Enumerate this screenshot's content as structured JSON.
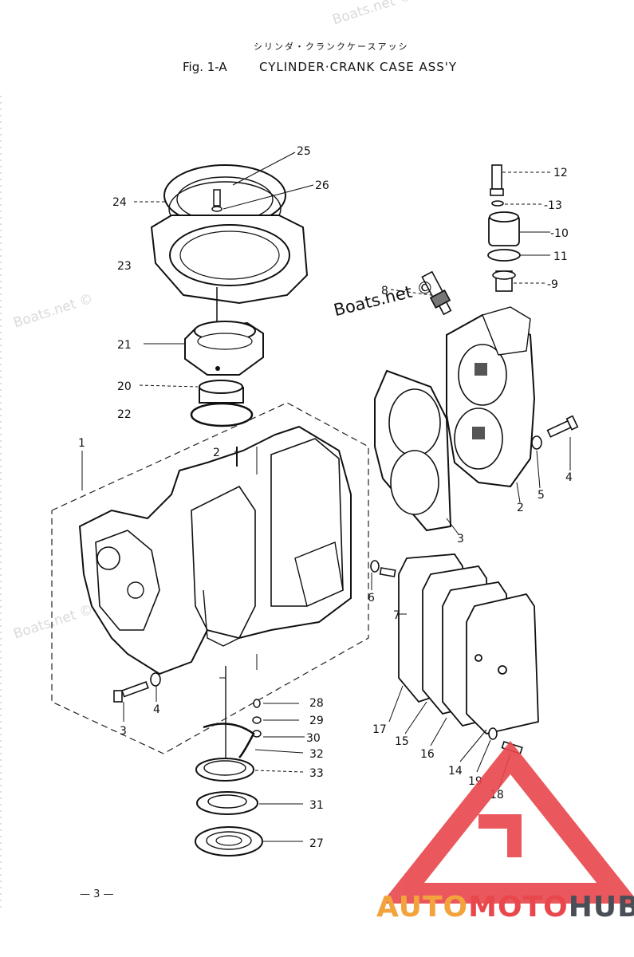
{
  "header": {
    "japanese_title": "シリンダ・クランクケースアッシ",
    "figure_number": "Fig. 1-A",
    "title": "CYLINDER·CRANK CASE ASS'Y"
  },
  "page_number": "— 3 —",
  "watermarks": {
    "site_text": "Boats.net ©",
    "center_text": "Boats.net ©"
  },
  "brand": {
    "part1": "AUTO",
    "part2": "MOTO",
    "part3": "HUB",
    "colors": {
      "auto": "#f2a33c",
      "moto": "#e8474c",
      "hub": "#4a4f57",
      "triangle": "#e8474c"
    }
  },
  "callouts": [
    {
      "id": "c25",
      "label": "25"
    },
    {
      "id": "c26",
      "label": "26"
    },
    {
      "id": "c24",
      "label": "24"
    },
    {
      "id": "c23",
      "label": "23"
    },
    {
      "id": "c21",
      "label": "21"
    },
    {
      "id": "c20",
      "label": "20"
    },
    {
      "id": "c22",
      "label": "22"
    },
    {
      "id": "c1",
      "label": "1"
    },
    {
      "id": "c2a",
      "label": "2"
    },
    {
      "id": "c12",
      "label": "12"
    },
    {
      "id": "c13",
      "label": "-13"
    },
    {
      "id": "c10",
      "label": "-10"
    },
    {
      "id": "c11",
      "label": "11"
    },
    {
      "id": "c9",
      "label": "-9"
    },
    {
      "id": "c8",
      "label": "8"
    },
    {
      "id": "c2b",
      "label": "2"
    },
    {
      "id": "c3a",
      "label": "3"
    },
    {
      "id": "c5",
      "label": "5"
    },
    {
      "id": "c4a",
      "label": "4"
    },
    {
      "id": "c6",
      "label": "6"
    },
    {
      "id": "c7",
      "label": "7"
    },
    {
      "id": "c3b",
      "label": "3"
    },
    {
      "id": "c4b",
      "label": "4"
    },
    {
      "id": "c28",
      "label": "28"
    },
    {
      "id": "c29",
      "label": "29"
    },
    {
      "id": "c30",
      "label": "30"
    },
    {
      "id": "c32",
      "label": "32"
    },
    {
      "id": "c33",
      "label": "33"
    },
    {
      "id": "c31",
      "label": "31"
    },
    {
      "id": "c27",
      "label": "27"
    },
    {
      "id": "c17",
      "label": "17"
    },
    {
      "id": "c15",
      "label": "15"
    },
    {
      "id": "c16",
      "label": "16"
    },
    {
      "id": "c14",
      "label": "14"
    },
    {
      "id": "c19",
      "label": "19"
    },
    {
      "id": "c18",
      "label": "18"
    }
  ]
}
